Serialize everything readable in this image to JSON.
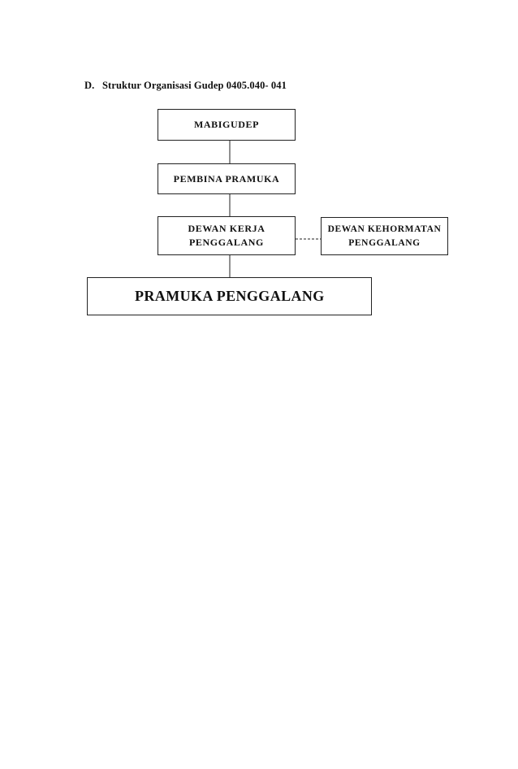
{
  "heading": {
    "letter": "D.",
    "text": "Struktur Organisasi Gudep 0405.040- 041"
  },
  "org_chart": {
    "nodes": [
      {
        "id": "mabigudep",
        "lines": [
          "MABIGUDEP"
        ]
      },
      {
        "id": "pembina",
        "lines": [
          "PEMBINA PRAMUKA"
        ]
      },
      {
        "id": "dewan_kerja",
        "lines": [
          "DEWAN KERJA",
          "PENGGALANG"
        ]
      },
      {
        "id": "kehormatan",
        "lines": [
          "DEWAN KEHORMATAN",
          "PENGGALANG"
        ]
      },
      {
        "id": "pramuka",
        "lines": [
          "PRAMUKA PENGGALANG"
        ]
      }
    ],
    "edges": [
      {
        "from": "mabigudep",
        "to": "pembina",
        "style": "solid"
      },
      {
        "from": "pembina",
        "to": "dewan_kerja",
        "style": "solid"
      },
      {
        "from": "dewan_kerja",
        "to": "pramuka",
        "style": "solid"
      },
      {
        "from": "dewan_kerja",
        "to": "kehormatan",
        "style": "dashed"
      }
    ]
  }
}
